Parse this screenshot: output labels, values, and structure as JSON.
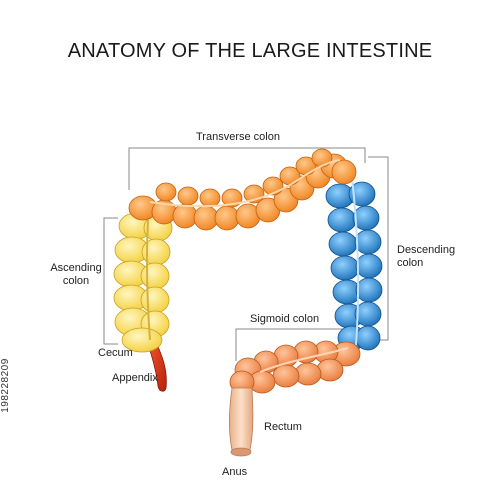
{
  "title": "ANATOMY OF THE LARGE INTESTINE",
  "labels": {
    "transverse": "Transverse colon",
    "ascending_line1": "Ascending",
    "ascending_line2": "colon",
    "descending_line1": "Descending",
    "descending_line2": "colon",
    "sigmoid": "Sigmoid colon",
    "cecum": "Cecum",
    "appendix": "Appendix",
    "rectum": "Rectum",
    "anus": "Anus"
  },
  "stock_id": "198228209",
  "colors": {
    "ascending": "#f9e066",
    "transverse": "#f79b3a",
    "descending": "#2e8fd6",
    "sigmoid": "#f19150",
    "rectum": "#f5c9a6",
    "appendix": "#e23a1c",
    "bracket": "#8a8a8a"
  }
}
